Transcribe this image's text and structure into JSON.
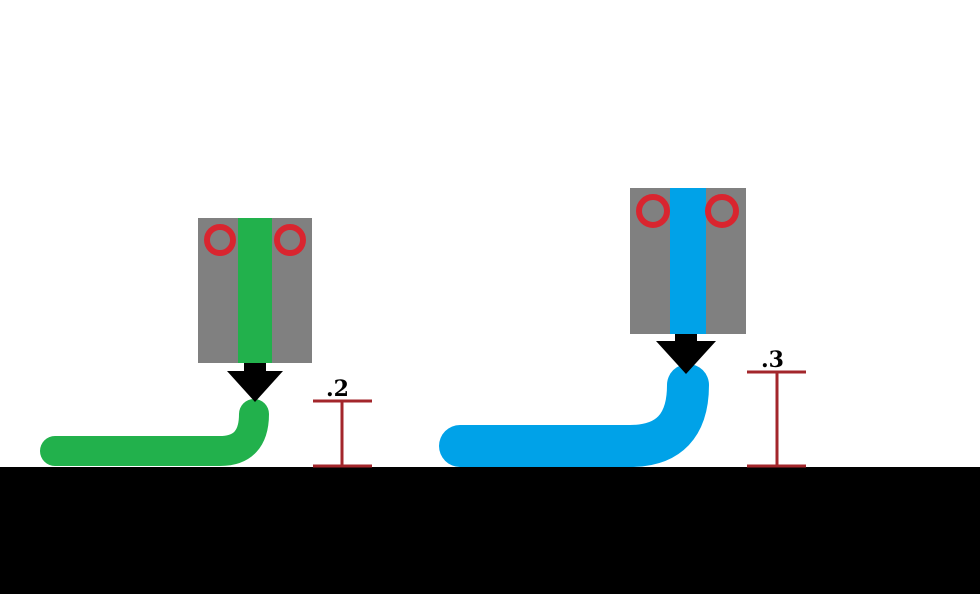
{
  "colors": {
    "background": "#ffffff",
    "bed": "#000000",
    "nozzle_body": "#808080",
    "nozzle_tip": "#000000",
    "heater_ring": "#d9252f",
    "dimension": "#a3262b"
  },
  "panels": [
    {
      "id": "left",
      "layer_height_label": ".2",
      "filament_color": "#22b14c"
    },
    {
      "id": "right",
      "layer_height_label": ".3",
      "filament_color": "#00a2e8"
    }
  ]
}
